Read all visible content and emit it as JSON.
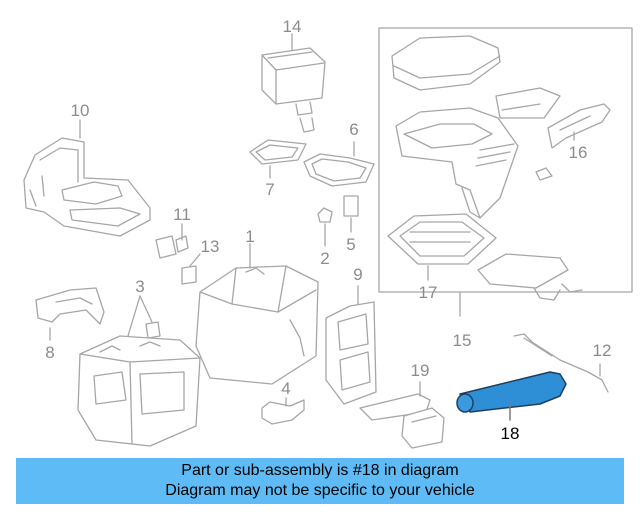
{
  "callouts": {
    "c1": "1",
    "c2": "2",
    "c3": "3",
    "c4": "4",
    "c5": "5",
    "c6": "6",
    "c7": "7",
    "c8": "8",
    "c9": "9",
    "c10": "10",
    "c11": "11",
    "c12": "12",
    "c13": "13",
    "c14": "14",
    "c15": "15",
    "c16": "16",
    "c17": "17",
    "c18": "18",
    "c19": "19"
  },
  "highlight_part": "18",
  "colors": {
    "banner": "#5fbbf5",
    "highlight_fill": "#2f8fd6",
    "line": "#a6a6a6"
  },
  "banner": {
    "line1": "Part or sub-assembly is #18 in diagram",
    "line2": "Diagram may not be specific to your vehicle"
  }
}
